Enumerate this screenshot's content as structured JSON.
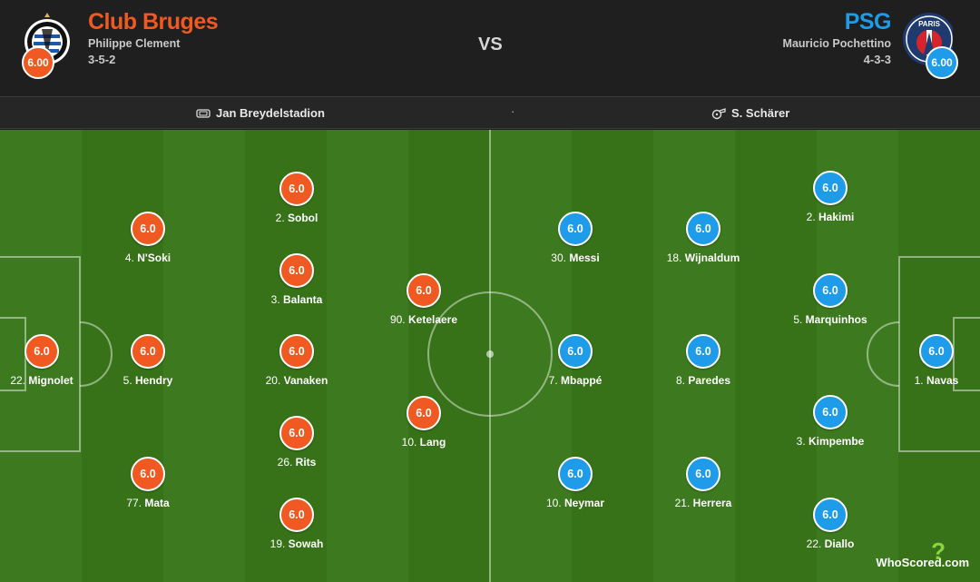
{
  "header": {
    "vs": "VS",
    "home": {
      "name": "Club Bruges",
      "manager": "Philippe Clement",
      "formation": "3-5-2",
      "rating": "6.00",
      "color": "#f05a22"
    },
    "away": {
      "name": "PSG",
      "manager": "Mauricio Pochettino",
      "formation": "4-3-3",
      "rating": "6.00",
      "color": "#1e9be9"
    }
  },
  "info": {
    "venue": "Jan Breydelstadion",
    "separator": "·",
    "referee": "S. Schärer"
  },
  "home_players": [
    {
      "num": "22.",
      "name": "Mignolet",
      "rating": "6.0"
    },
    {
      "num": "4.",
      "name": "N'Soki",
      "rating": "6.0"
    },
    {
      "num": "5.",
      "name": "Hendry",
      "rating": "6.0"
    },
    {
      "num": "77.",
      "name": "Mata",
      "rating": "6.0"
    },
    {
      "num": "2.",
      "name": "Sobol",
      "rating": "6.0"
    },
    {
      "num": "3.",
      "name": "Balanta",
      "rating": "6.0"
    },
    {
      "num": "20.",
      "name": "Vanaken",
      "rating": "6.0"
    },
    {
      "num": "26.",
      "name": "Rits",
      "rating": "6.0"
    },
    {
      "num": "19.",
      "name": "Sowah",
      "rating": "6.0"
    },
    {
      "num": "90.",
      "name": "Ketelaere",
      "rating": "6.0"
    },
    {
      "num": "10.",
      "name": "Lang",
      "rating": "6.0"
    }
  ],
  "away_players": [
    {
      "num": "30.",
      "name": "Messi",
      "rating": "6.0"
    },
    {
      "num": "7.",
      "name": "Mbappé",
      "rating": "6.0"
    },
    {
      "num": "10.",
      "name": "Neymar",
      "rating": "6.0"
    },
    {
      "num": "18.",
      "name": "Wijnaldum",
      "rating": "6.0"
    },
    {
      "num": "8.",
      "name": "Paredes",
      "rating": "6.0"
    },
    {
      "num": "21.",
      "name": "Herrera",
      "rating": "6.0"
    },
    {
      "num": "2.",
      "name": "Hakimi",
      "rating": "6.0"
    },
    {
      "num": "5.",
      "name": "Marquinhos",
      "rating": "6.0"
    },
    {
      "num": "3.",
      "name": "Kimpembe",
      "rating": "6.0"
    },
    {
      "num": "22.",
      "name": "Diallo",
      "rating": "6.0"
    },
    {
      "num": "1.",
      "name": "Navas",
      "rating": "6.0"
    }
  ],
  "watermark": {
    "text": "WhoScored",
    "suffix": ".com"
  }
}
